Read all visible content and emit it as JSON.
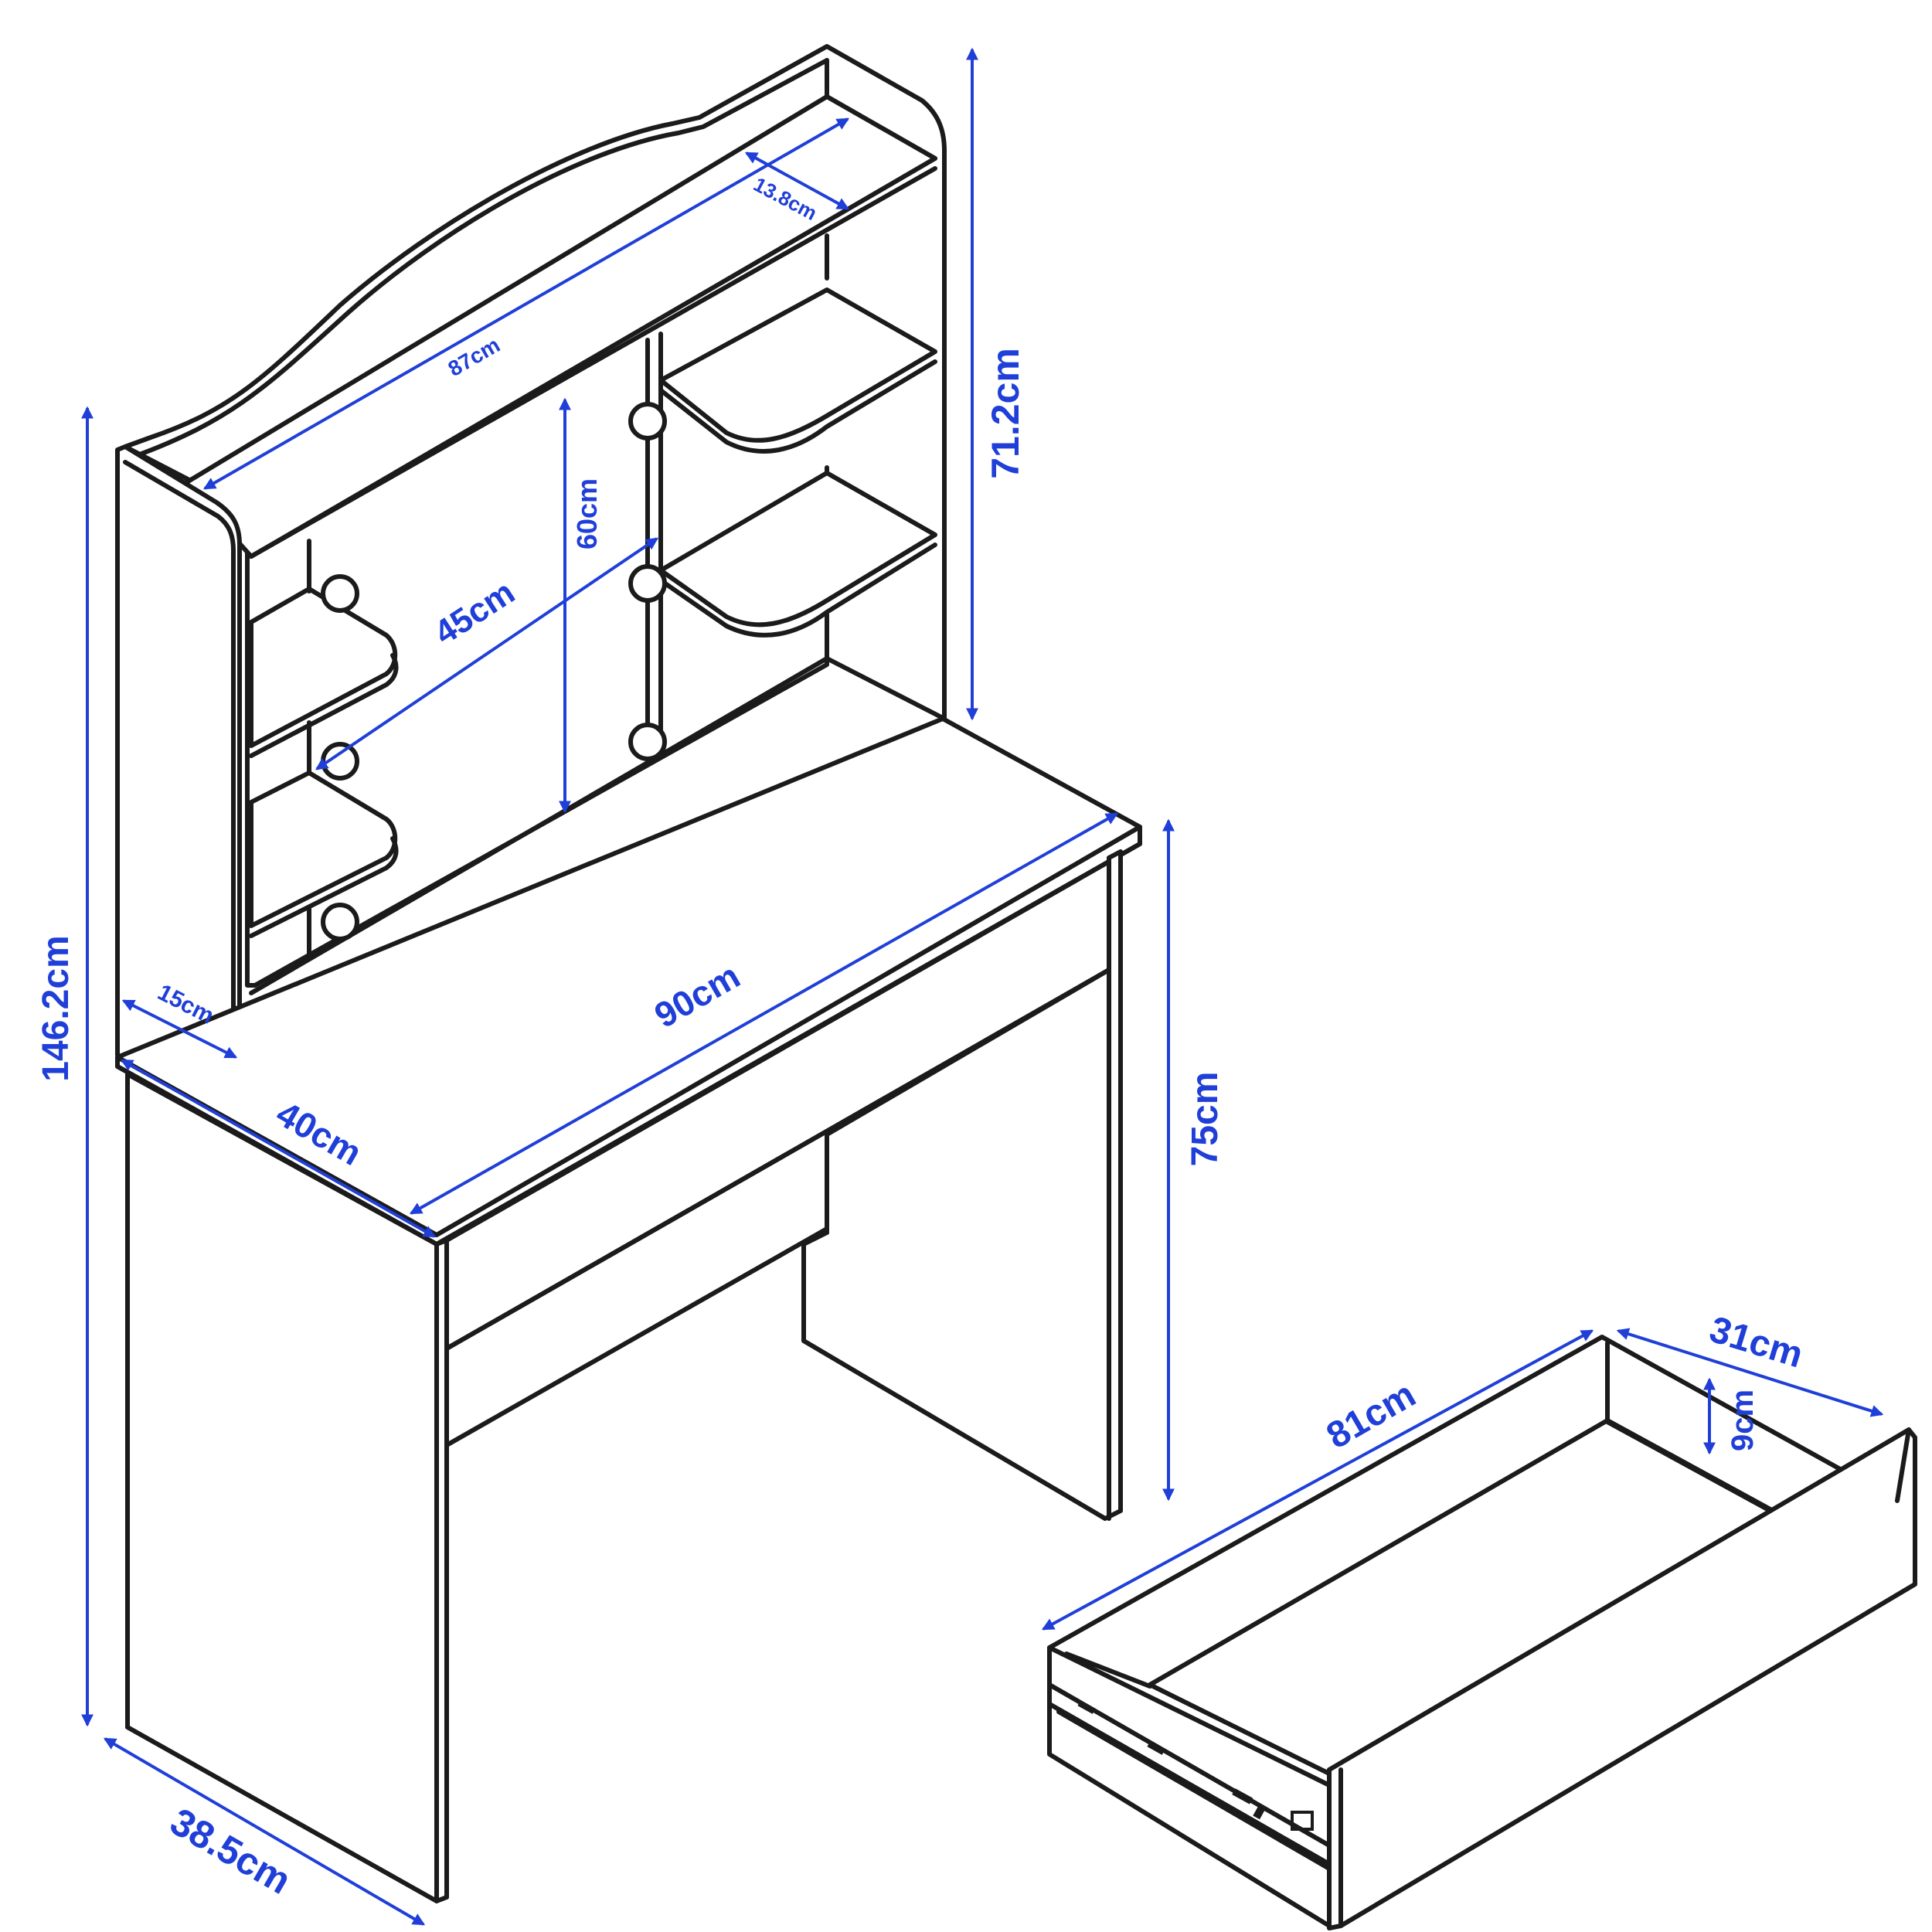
{
  "colors": {
    "dimension": "#1f3fd8",
    "outline": "#1b1b1b",
    "background": "#ffffff"
  },
  "dimensions": {
    "total_height": "146.2cm",
    "hutch_height": "71.2cm",
    "hutch_width": "87cm",
    "top_shelf_depth": "13.8cm",
    "inner_height": "60cm",
    "inner_width": "45cm",
    "hutch_depth": "15cm",
    "desk_width": "90cm",
    "desk_depth": "40cm",
    "desk_height": "75cm",
    "base_depth": "38.5cm",
    "drawer_length": "81cm",
    "drawer_width": "31cm",
    "drawer_height": "9cm"
  }
}
